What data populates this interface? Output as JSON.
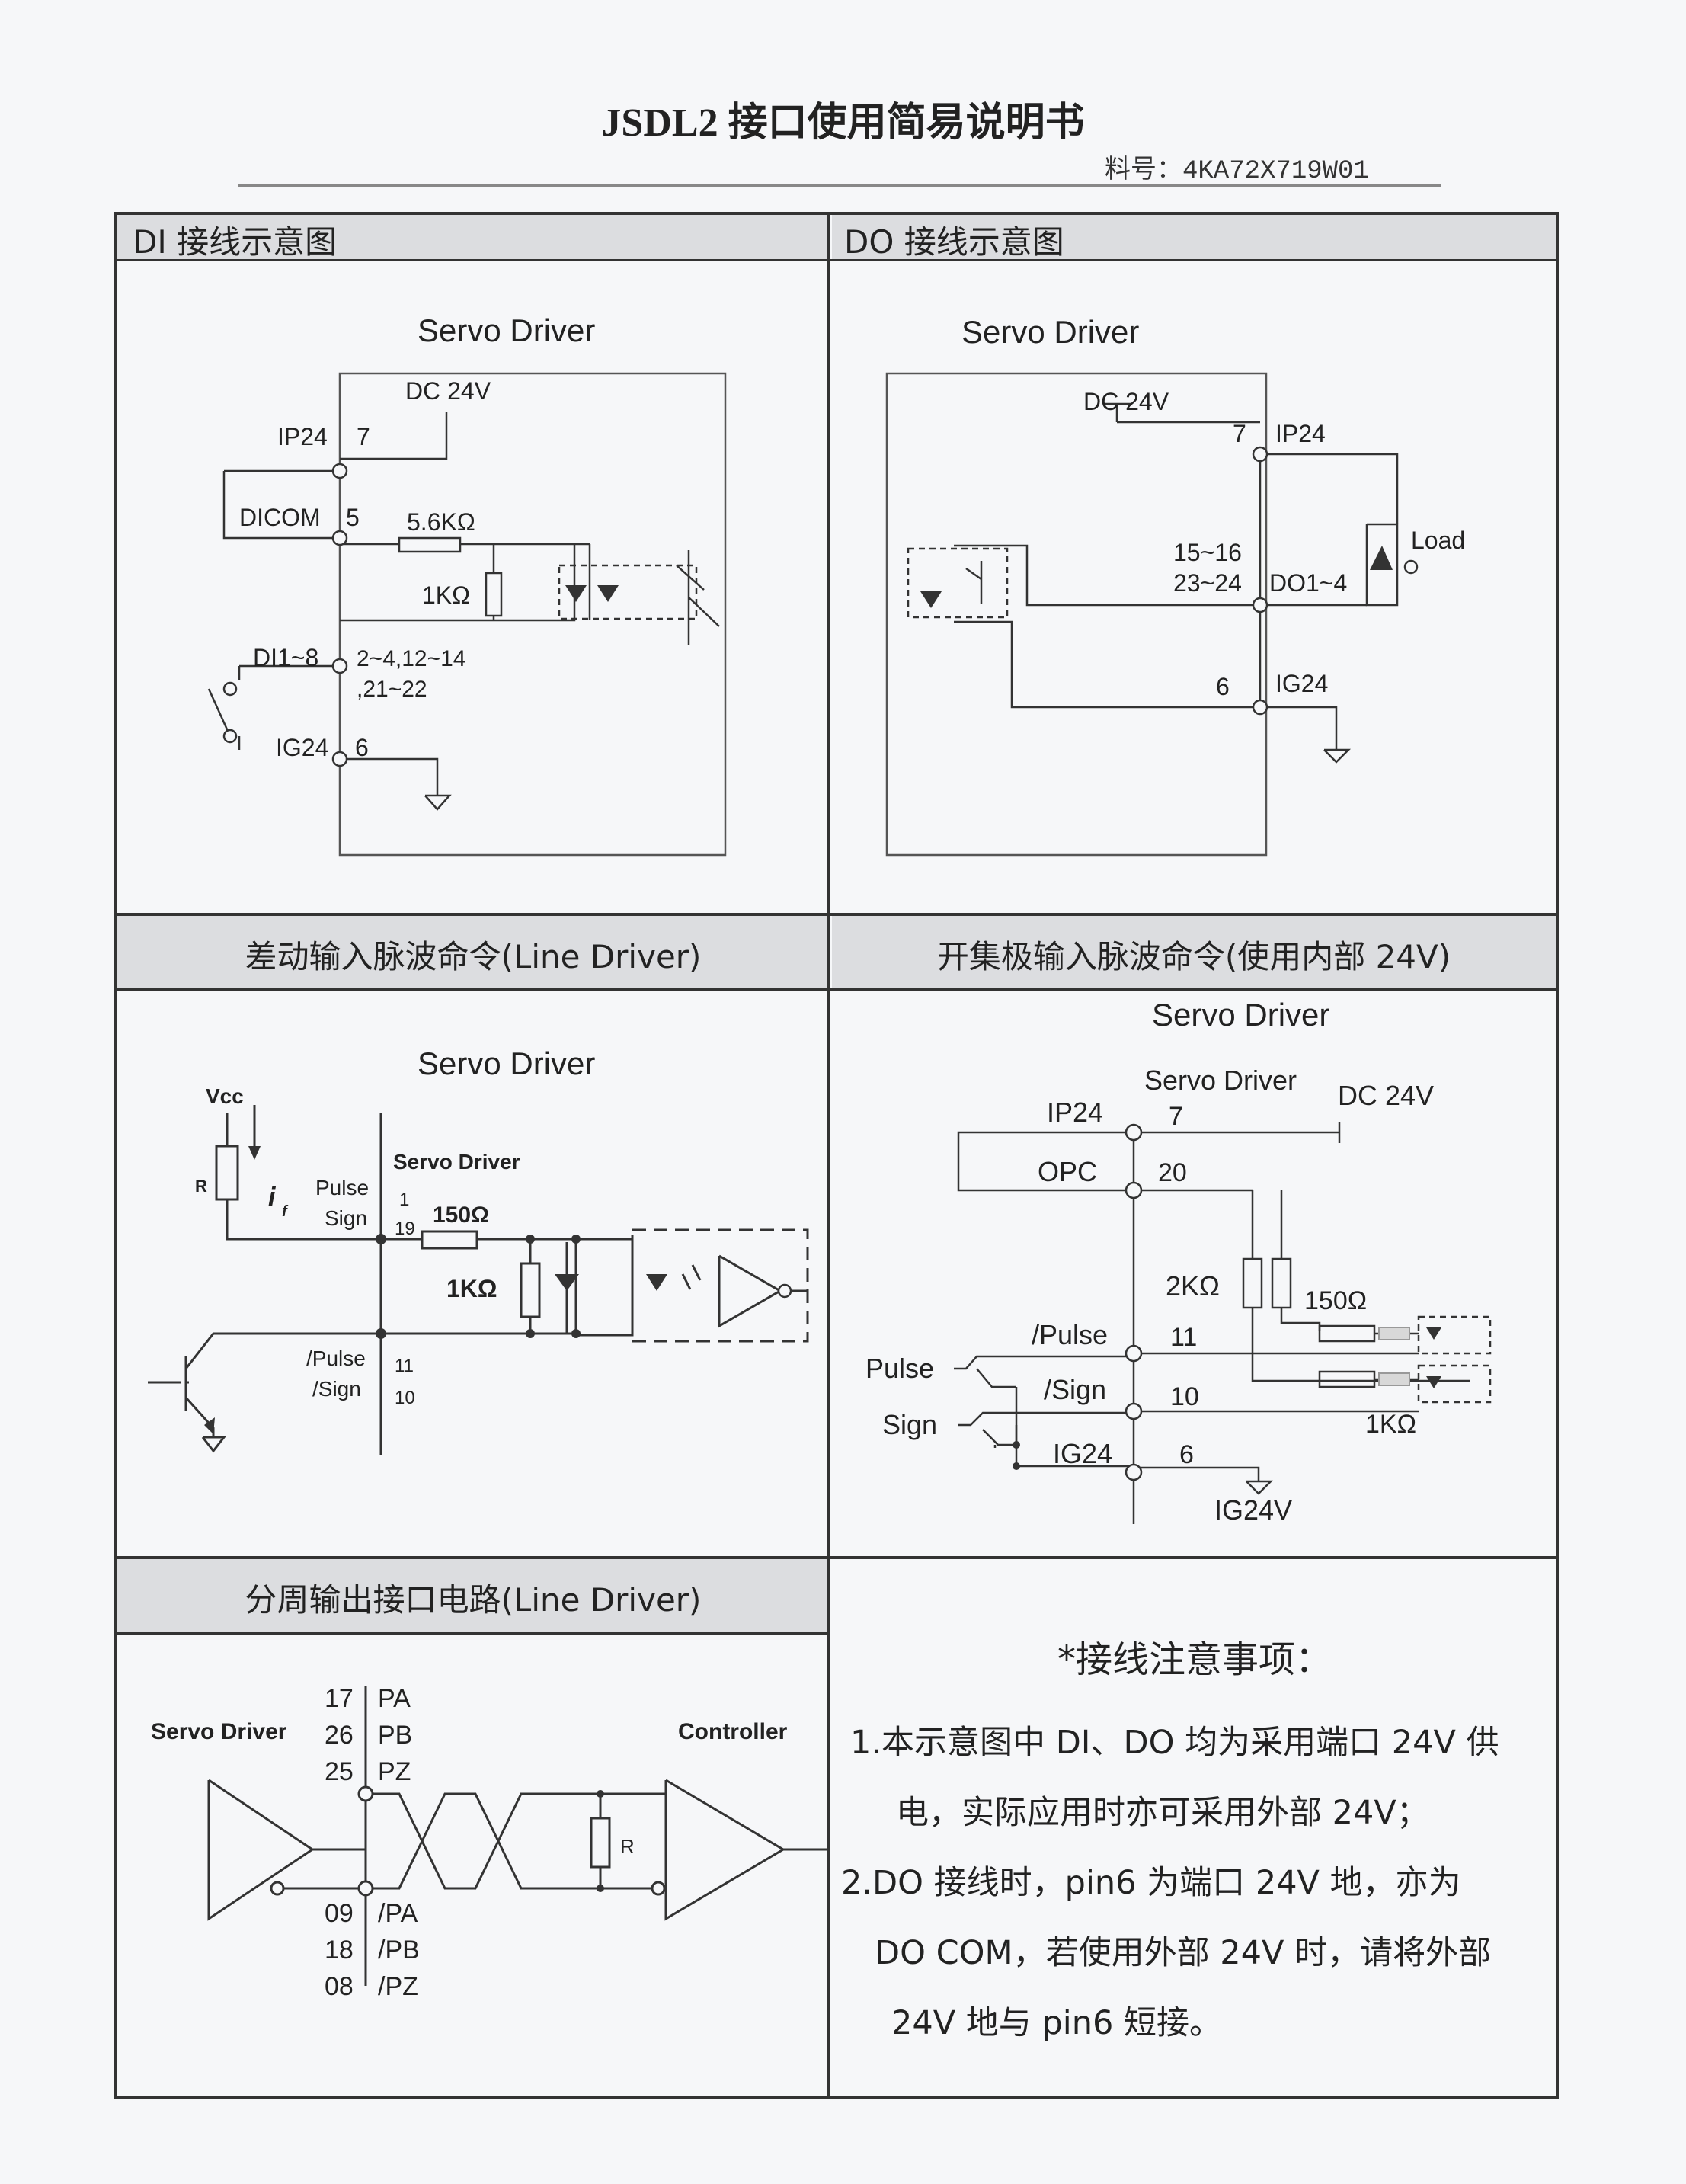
{
  "header": {
    "title": "JSDL2 接口使用简易说明书",
    "part_no": "料号：4KA72X719W01"
  },
  "panels": {
    "di": {
      "heading": "DI 接线示意图",
      "diagram_title": "Servo Driver",
      "labels": {
        "dc24v": "DC 24V",
        "ip24": "IP24",
        "pin7": "7",
        "dicom": "DICOM",
        "pin5": "5",
        "r1": "5.6KΩ",
        "r2": "1KΩ",
        "di18": "DI1~8",
        "pins_di_a": "2~4,12~14",
        "pins_di_b": ",21~22",
        "ig24": "IG24",
        "pin6": "6"
      }
    },
    "do": {
      "heading": "DO 接线示意图",
      "diagram_title": "Servo Driver",
      "labels": {
        "dc24v": "DC 24V",
        "pin7": "7",
        "ip24": "IP24",
        "load": "Load",
        "pins_a": "15~16",
        "pins_b": "23~24",
        "do14": "DO1~4",
        "pin6": "6",
        "ig24": "IG24"
      }
    },
    "line_driver": {
      "heading": "差动输入脉波命令(Line Driver)",
      "diagram_title": "Servo Driver",
      "labels": {
        "vcc": "Vcc",
        "r": "R",
        "i": "i",
        "f": "f",
        "pulse": "Pulse",
        "sign": "Sign",
        "servo_driver": "Servo Driver",
        "pin1": "1",
        "pin19": "19",
        "r150": "150Ω",
        "r1k": "1KΩ",
        "npulse": "/Pulse",
        "nsign": "/Sign",
        "pin11": "11",
        "pin10": "10"
      }
    },
    "open_collector": {
      "heading": "开集极输入脉波命令(使用内部 24V)",
      "diagram_title": "Servo Driver",
      "labels": {
        "servo_driver": "Servo Driver",
        "dc24v": "DC 24V",
        "ip24": "IP24",
        "pin7": "7",
        "opc": "OPC",
        "pin20": "20",
        "r2k": "2KΩ",
        "r150": "150Ω",
        "npulse": "/Pulse",
        "pin11": "11",
        "pulse": "Pulse",
        "nsign": "/Sign",
        "pin10": "10",
        "r1k": "1KΩ",
        "sign": "Sign",
        "ig24": "IG24",
        "pin6": "6",
        "ig24v": "IG24V"
      }
    },
    "encoder_out": {
      "heading": "分周输出接口电路(Line Driver)",
      "labels": {
        "servo_driver": "Servo Driver",
        "controller": "Controller",
        "p17": "17",
        "pa": "PA",
        "p26": "26",
        "pb": "PB",
        "p25": "25",
        "pz": "PZ",
        "p09": "09",
        "npa": "/PA",
        "p18": "18",
        "npb": "/PB",
        "p08": "08",
        "npz": "/PZ",
        "r": "R"
      }
    },
    "notes": {
      "title": "*接线注意事项：",
      "lines": [
        "1.本示意图中 DI、DO 均为采用端口 24V 供",
        "电，实际应用时亦可采用外部 24V；",
        "2.DO 接线时，pin6 为端口 24V 地，亦为",
        "DO COM，若使用外部 24V 时，请将外部",
        "24V 地与 pin6 短接。"
      ]
    }
  }
}
